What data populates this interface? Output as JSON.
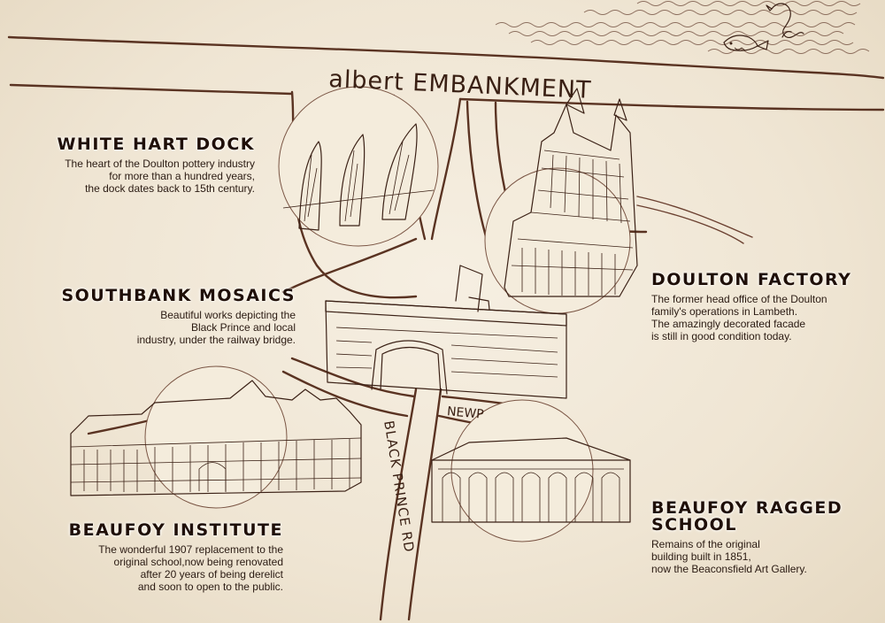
{
  "streets": {
    "albert_embankment": "albert EMBANKMENT",
    "newport": "NEWP",
    "black_prince_rd": "BLACK PRINCE RD"
  },
  "places": {
    "white_hart_dock": {
      "title": "WHITE HART DOCK",
      "lines": [
        "The heart of the Doulton pottery industry",
        "for more than a hundred years,",
        "the dock dates back to 15th century."
      ]
    },
    "southbank_mosaics": {
      "title": "SOUTHBANK MOSAICS",
      "lines": [
        "Beautiful works depicting the",
        "Black Prince and local",
        "industry, under the railway bridge."
      ]
    },
    "doulton_factory": {
      "title": "DOULTON FACTORY",
      "lines": [
        "The former head office of the Doulton",
        "family's operations in Lambeth.",
        "The amazingly decorated facade",
        "is still in good condition today."
      ]
    },
    "beaufoy_institute": {
      "title": "BEAUFOY INSTITUTE",
      "lines": [
        "The wonderful 1907 replacement to the",
        "original school,now being renovated",
        "after 20 years of being derelict",
        "and soon to open to the public."
      ]
    },
    "beaufoy_ragged_school": {
      "title_line1": "BEAUFOY RAGGED",
      "title_line2": "SCHOOL",
      "lines": [
        "Remains of the original",
        "building built in 1851,",
        "now the Beaconsfield Art Gallery."
      ]
    }
  },
  "colors": {
    "paper": "#efe6d6",
    "ink": "#3b2116",
    "road": "#5a3322"
  },
  "icons": [
    "sea-serpent-icon",
    "fish-icon",
    "river-waves-icon"
  ]
}
